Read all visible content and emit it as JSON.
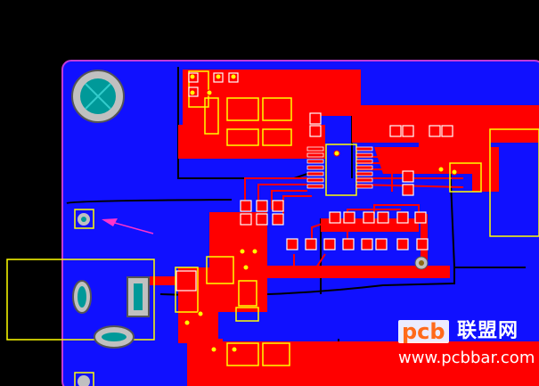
{
  "colors": {
    "background": "#000000",
    "board_outline": "#c23ad6",
    "ground_pour": "#1010ff",
    "top_copper": "#ff0000",
    "silkscreen": "#ffff00",
    "pad": "#c0c0c0",
    "via": "#ffffff",
    "arrow": "#ff33cc"
  },
  "icons": {
    "mounting_hole": "mounting-hole-icon",
    "annotation_arrow": "arrow-icon"
  },
  "watermark": {
    "logo": "pcb",
    "brand": "联盟网",
    "url": "www.pcbbar.com"
  }
}
